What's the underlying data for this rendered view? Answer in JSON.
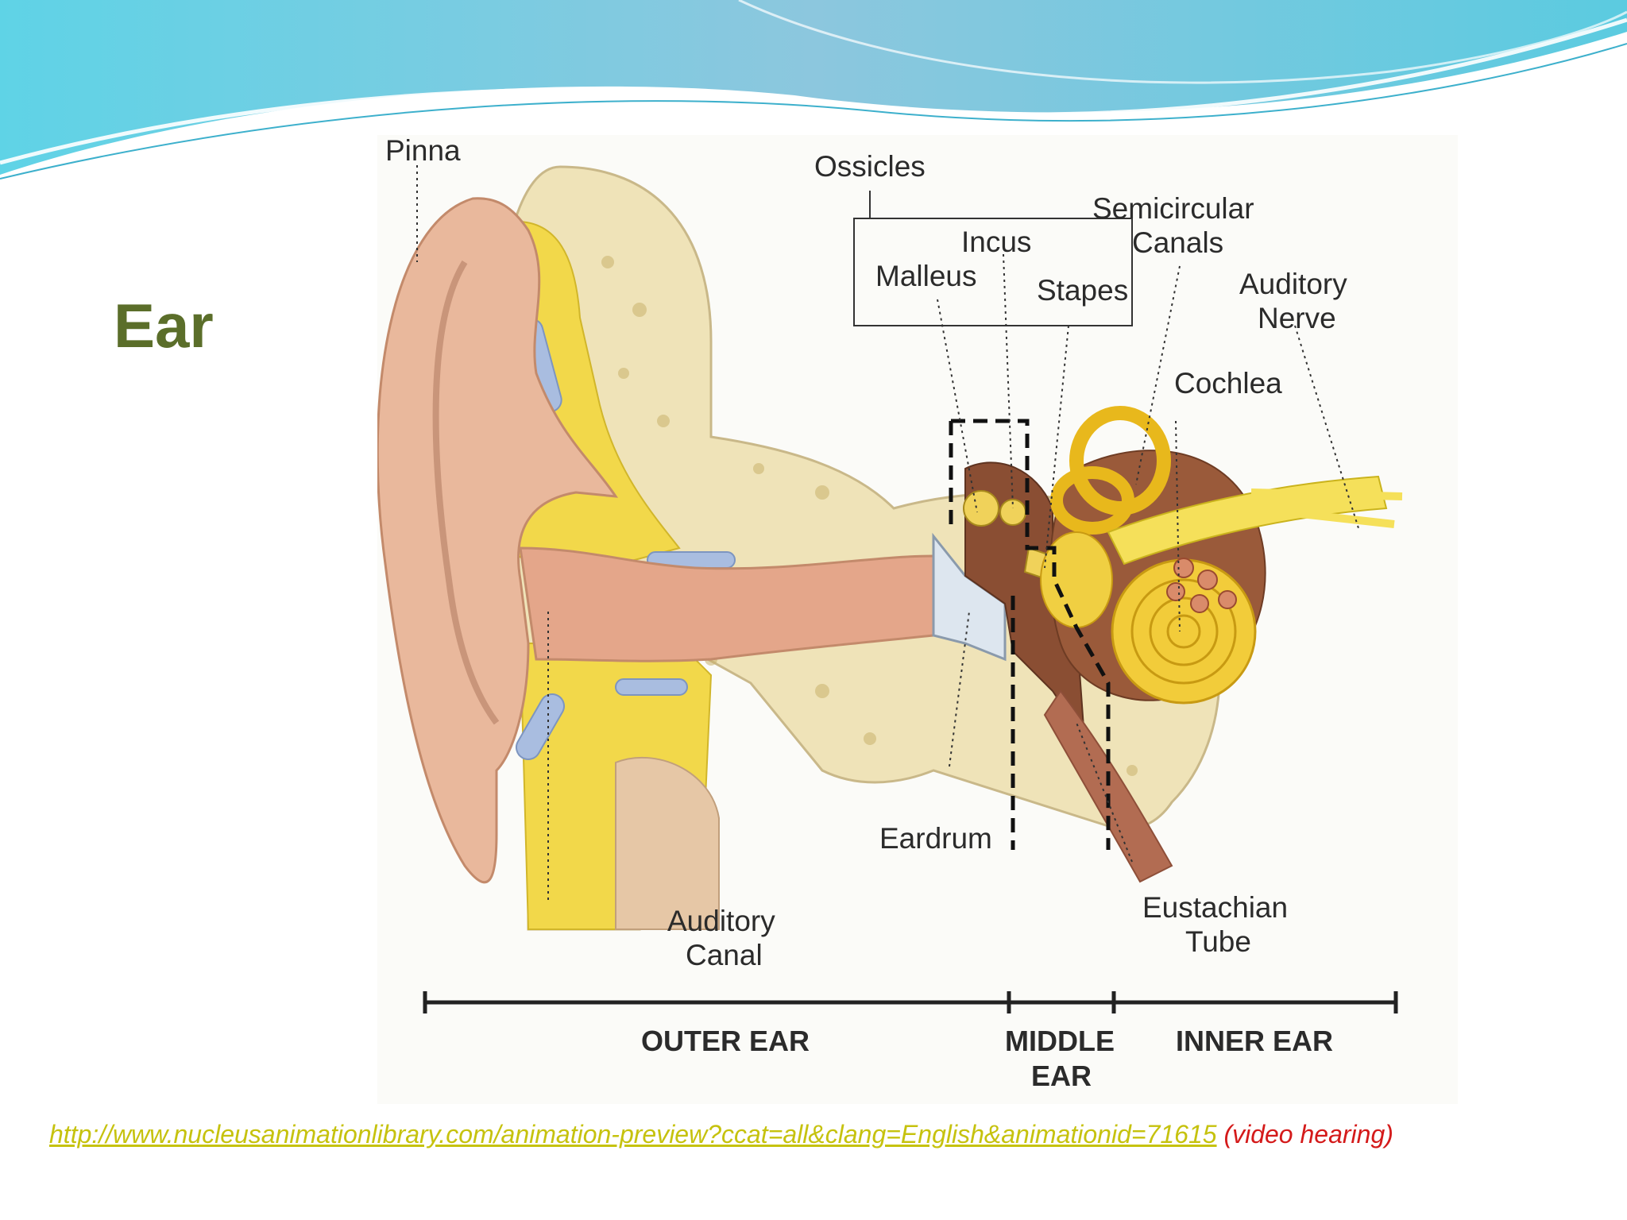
{
  "slide": {
    "title": "Ear",
    "footer": {
      "link_text": "http://www.nucleusanimationlibrary.com/animation-preview?ccat=all&clang=English&animationid=71615",
      "note": "(video hearing)"
    }
  },
  "diagram": {
    "labels": {
      "pinna": "Pinna",
      "ossicles": "Ossicles",
      "incus": "Incus",
      "malleus": "Malleus",
      "stapes": "Stapes",
      "semicircular_1": "Semicircular",
      "semicircular_2": "Canals",
      "auditory_nerve_1": "Auditory",
      "auditory_nerve_2": "Nerve",
      "cochlea": "Cochlea",
      "eardrum": "Eardrum",
      "auditory_canal_1": "Auditory",
      "auditory_canal_2": "Canal",
      "eustachian_1": "Eustachian",
      "eustachian_2": "Tube"
    },
    "sections": {
      "outer": "OUTER EAR",
      "middle_1": "MIDDLE",
      "middle_2": "EAR",
      "inner": "INNER EAR"
    }
  },
  "colors": {
    "title": "#5b6e2a",
    "skin": "#e9b89c",
    "bone": "#efe3b8",
    "cartilage": "#f2d84a",
    "inner_ear": "#e8b81c",
    "link": "#c6c20e",
    "note": "#d41a1a"
  }
}
